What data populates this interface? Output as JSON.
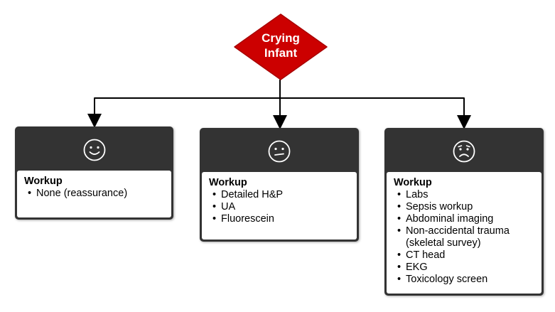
{
  "decision": {
    "label_line1": "Crying",
    "label_line2": "Infant"
  },
  "colors": {
    "decision_fill": "#cc0000",
    "card_dark": "#333333",
    "connector": "#000000"
  },
  "cards": [
    {
      "face_icon": "smiley-face-icon",
      "title": "Workup",
      "items": [
        "None (reassurance)"
      ]
    },
    {
      "face_icon": "neutral-face-icon",
      "title": "Workup",
      "items": [
        "Detailed H&P",
        "UA",
        "Fluorescein"
      ]
    },
    {
      "face_icon": "worried-face-icon",
      "title": "Workup",
      "items": [
        "Labs",
        "Sepsis workup",
        "Abdominal imaging",
        "Non-accidental trauma (skeletal survey)",
        "CT head",
        "EKG",
        "Toxicology screen"
      ]
    }
  ]
}
